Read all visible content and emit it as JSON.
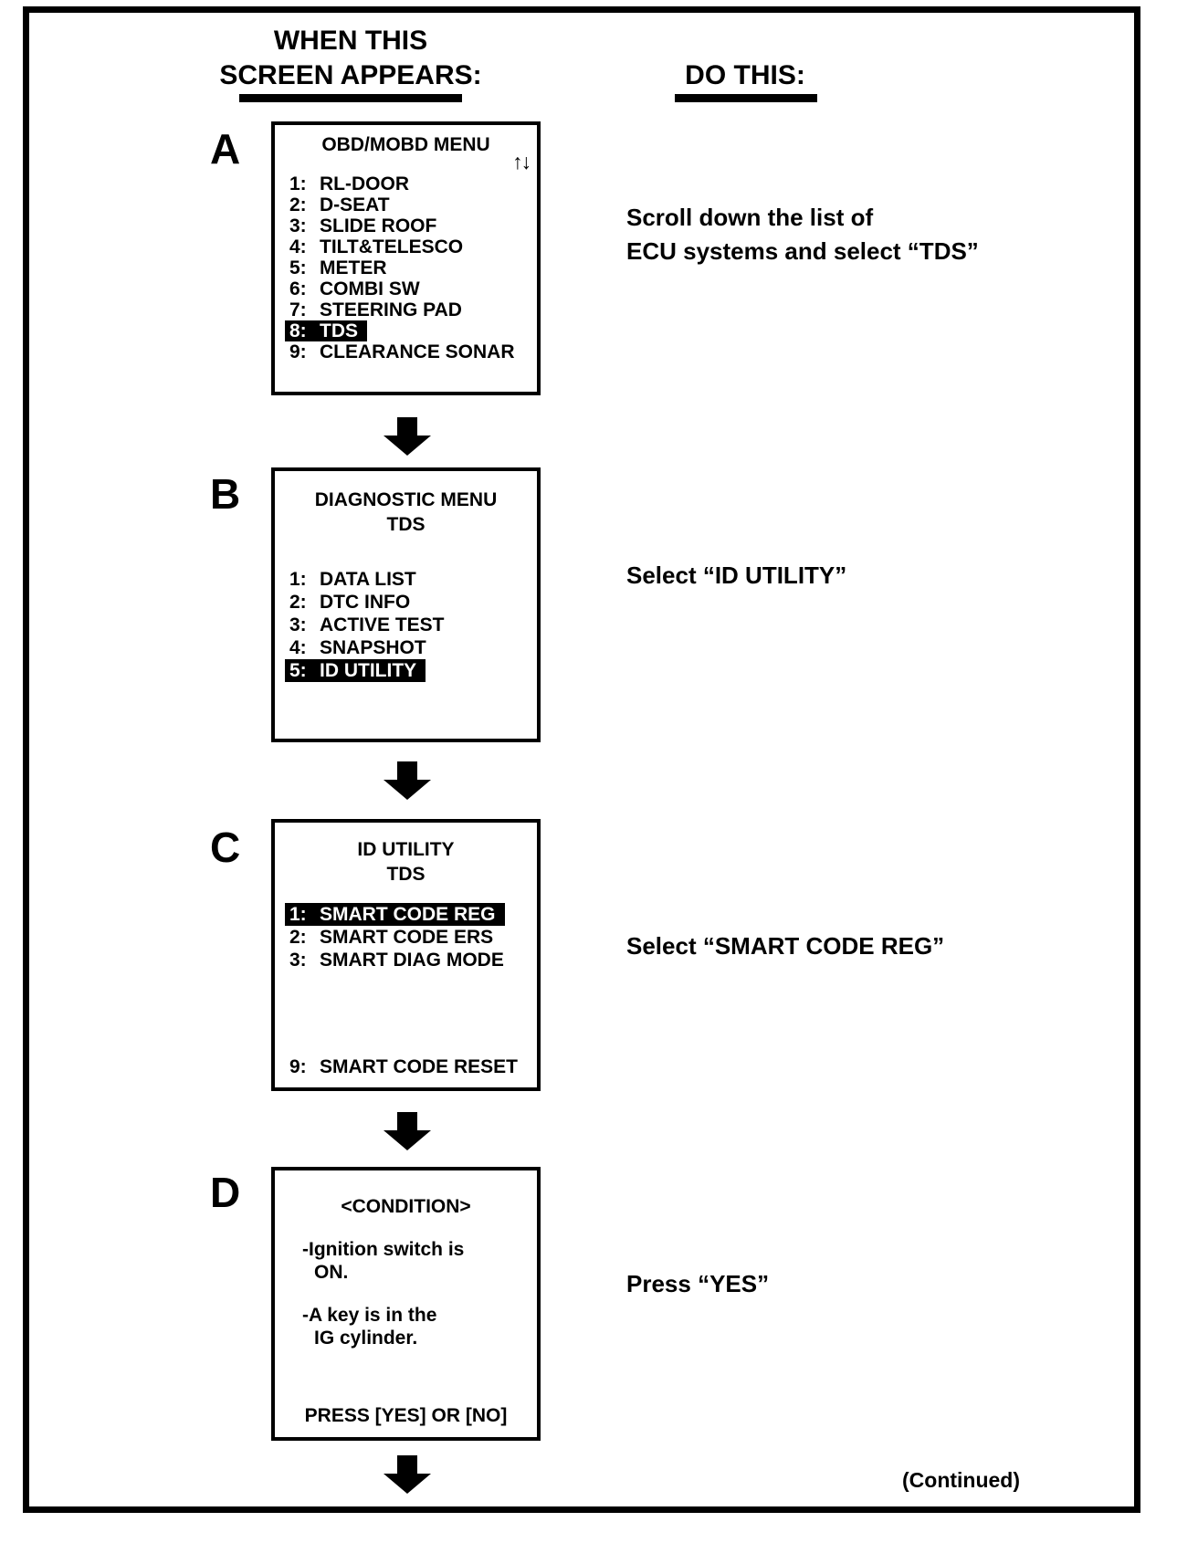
{
  "page": {
    "header_left_line1": "WHEN THIS",
    "header_left_line2": "SCREEN APPEARS:",
    "header_right": "DO THIS:",
    "continued_label": "(Continued)"
  },
  "steps": [
    {
      "letter": "A",
      "instruction_line1": "Scroll down the list of",
      "instruction_line2": "ECU systems and select “TDS”",
      "screen": {
        "title": "OBD/MOBD MENU",
        "scroll_arrows": "↑↓",
        "items": [
          {
            "num": "1:",
            "label": "RL-DOOR",
            "selected": false
          },
          {
            "num": "2:",
            "label": "D-SEAT",
            "selected": false
          },
          {
            "num": "3:",
            "label": "SLIDE ROOF",
            "selected": false
          },
          {
            "num": "4:",
            "label": "TILT&TELESCO",
            "selected": false
          },
          {
            "num": "5:",
            "label": "METER",
            "selected": false
          },
          {
            "num": "6:",
            "label": "COMBI SW",
            "selected": false
          },
          {
            "num": "7:",
            "label": "STEERING PAD",
            "selected": false
          },
          {
            "num": "8:",
            "label": "TDS",
            "selected": true
          },
          {
            "num": "9:",
            "label": "CLEARANCE SONAR",
            "selected": false
          }
        ]
      }
    },
    {
      "letter": "B",
      "instruction_line1": "Select “ID UTILITY”",
      "screen": {
        "title_line1": "DIAGNOSTIC MENU",
        "title_line2": "TDS",
        "items": [
          {
            "num": "1:",
            "label": "DATA LIST",
            "selected": false
          },
          {
            "num": "2:",
            "label": "DTC INFO",
            "selected": false
          },
          {
            "num": "3:",
            "label": "ACTIVE TEST",
            "selected": false
          },
          {
            "num": "4:",
            "label": "SNAPSHOT",
            "selected": false
          },
          {
            "num": "5:",
            "label": "ID UTILITY",
            "selected": true
          }
        ]
      }
    },
    {
      "letter": "C",
      "instruction_line1": "Select “SMART CODE REG”",
      "screen": {
        "title_line1": "ID UTILITY",
        "title_line2": "TDS",
        "items": [
          {
            "num": "1:",
            "label": "SMART CODE REG",
            "selected": true
          },
          {
            "num": "2:",
            "label": "SMART CODE ERS",
            "selected": false
          },
          {
            "num": "3:",
            "label": "SMART DIAG MODE",
            "selected": false
          }
        ],
        "bottom_item": {
          "num": "9:",
          "label": "SMART CODE RESET",
          "selected": false
        }
      }
    },
    {
      "letter": "D",
      "instruction_line1": "Press “YES”",
      "screen": {
        "title": "<CONDITION>",
        "bullet1_line1": "-Ignition switch is",
        "bullet1_line2": "ON.",
        "bullet2_line1": "-A key is in the",
        "bullet2_line2": "IG cylinder.",
        "footer": "PRESS [YES] OR [NO]"
      }
    }
  ]
}
